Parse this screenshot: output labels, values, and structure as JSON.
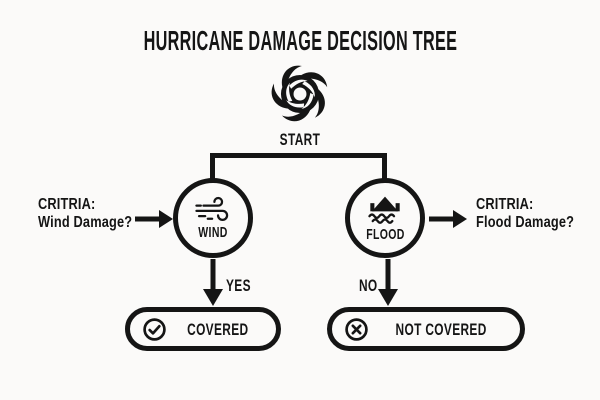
{
  "title": "HURRICANE DAMAGE DECISION TREE",
  "colors": {
    "ink": "#151515",
    "background": "#fbfaf9"
  },
  "branch": {
    "start_label": "START"
  },
  "icons": {
    "root": "hurricane-spiral-icon",
    "wind_node": "wind-gust-icon",
    "flood_node": "flooded-house-icon",
    "covered": "check-circle-icon",
    "not_covered": "x-circle-icon"
  },
  "nodes": {
    "wind": {
      "label": "WIND"
    },
    "flood": {
      "label": "FLOOD"
    }
  },
  "criteria_left": {
    "line1": "CRITRIA:",
    "line2": "Wind Damage?"
  },
  "criteria_right": {
    "line1": "CRITRIA:",
    "line2": "Flood Damage?"
  },
  "branch_labels": {
    "yes": "YES",
    "no": "NO"
  },
  "outcomes": {
    "covered": {
      "label": "COVERED"
    },
    "not_covered": {
      "label": "NOT COVERED"
    }
  }
}
